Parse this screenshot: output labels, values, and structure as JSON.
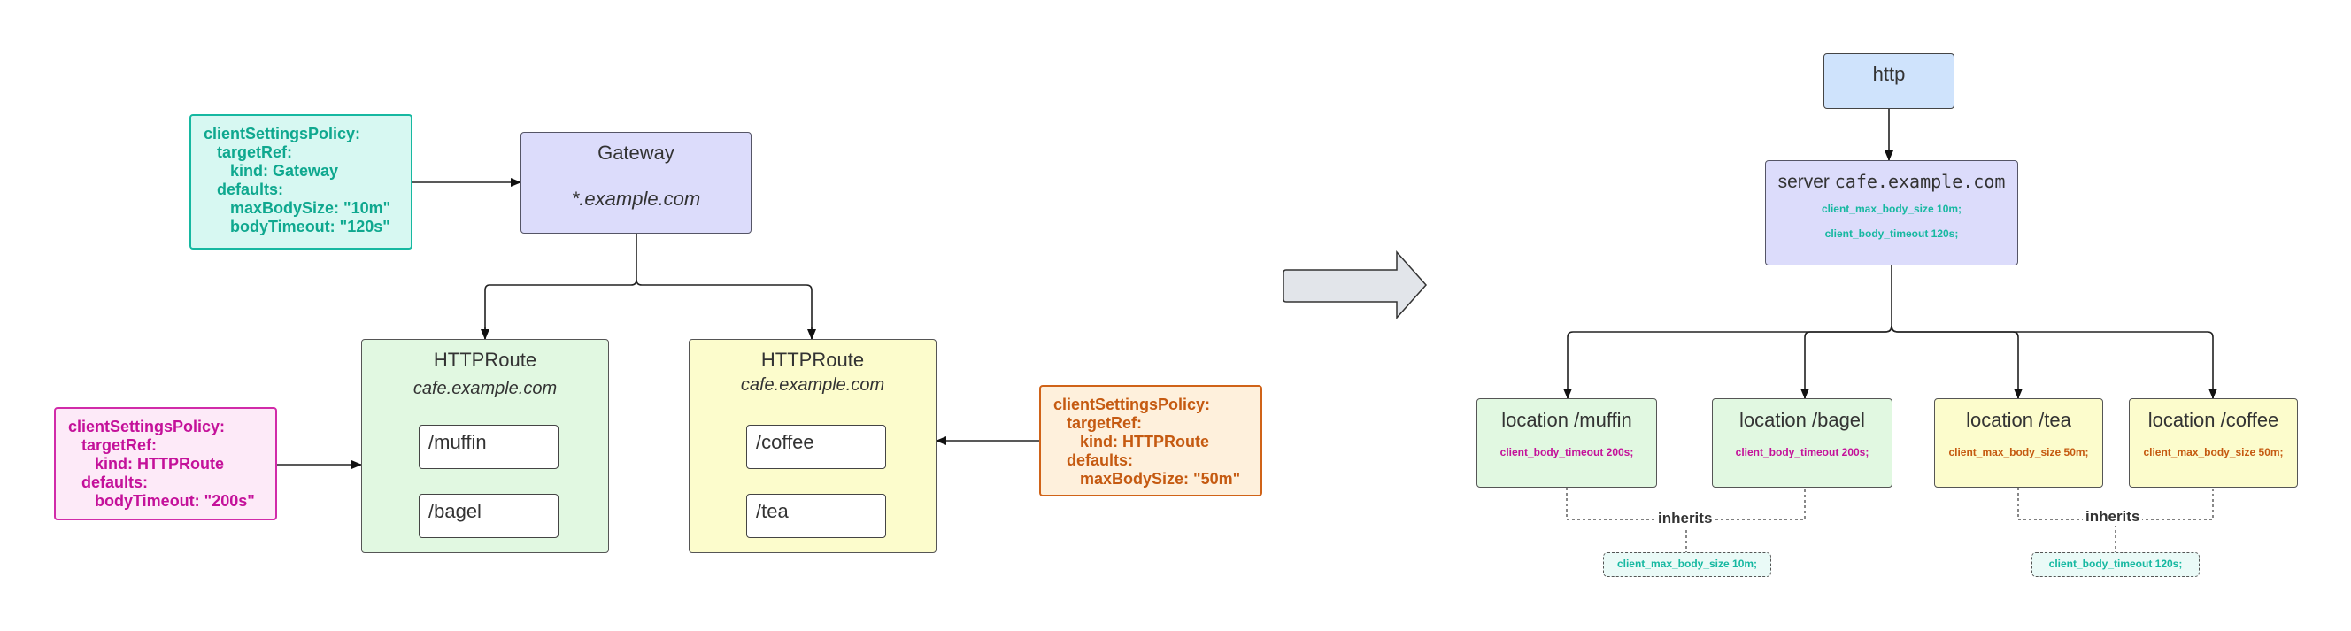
{
  "left": {
    "gateway": {
      "title": "Gateway",
      "host": "*.example.com"
    },
    "route_a": {
      "title": "HTTPRoute",
      "host": "cafe.example.com",
      "paths": [
        "/muffin",
        "/bagel"
      ]
    },
    "route_b": {
      "title": "HTTPRoute",
      "host": "cafe.example.com",
      "paths": [
        "/coffee",
        "/tea"
      ]
    },
    "policy_gateway": {
      "lines": [
        "clientSettingsPolicy:",
        "   targetRef:",
        "      kind: Gateway",
        "   defaults:",
        "      maxBodySize: \"10m\"",
        "      bodyTimeout: \"120s\""
      ]
    },
    "policy_route_a": {
      "lines": [
        "clientSettingsPolicy:",
        "   targetRef:",
        "      kind: HTTPRoute",
        "   defaults:",
        "      bodyTimeout: \"200s\""
      ]
    },
    "policy_route_b": {
      "lines": [
        "clientSettingsPolicy:",
        "   targetRef:",
        "      kind: HTTPRoute",
        "   defaults:",
        "      maxBodySize: \"50m\""
      ]
    }
  },
  "right": {
    "http": {
      "title": "http"
    },
    "server": {
      "prefix": "server",
      "name": "cafe.example.com",
      "directives": [
        "client_max_body_size 10m;",
        "client_body_timeout 120s;"
      ]
    },
    "locations": [
      {
        "title": "location /muffin",
        "directive": "client_body_timeout 200s;"
      },
      {
        "title": "location /bagel",
        "directive": "client_body_timeout 200s;"
      },
      {
        "title": "location /tea",
        "directive": "client_max_body_size 50m;"
      },
      {
        "title": "location /coffee",
        "directive": "client_max_body_size 50m;"
      }
    ],
    "inherit_left": {
      "label": "inherits",
      "directive": "client_max_body_size 10m;"
    },
    "inherit_right": {
      "label": "inherits",
      "directive": "client_body_timeout 120s;"
    }
  },
  "colors": {
    "policy_teal": "#16b8a1",
    "policy_pink": "#c4119a",
    "policy_orange": "#c55a11",
    "gateway_fill": "#dcdcfb",
    "route_green_fill": "#e1f8e1",
    "route_yellow_fill": "#fcfccc",
    "http_fill": "#cfe3fc"
  },
  "icons": {
    "transform_arrow": "right-arrow-icon"
  }
}
